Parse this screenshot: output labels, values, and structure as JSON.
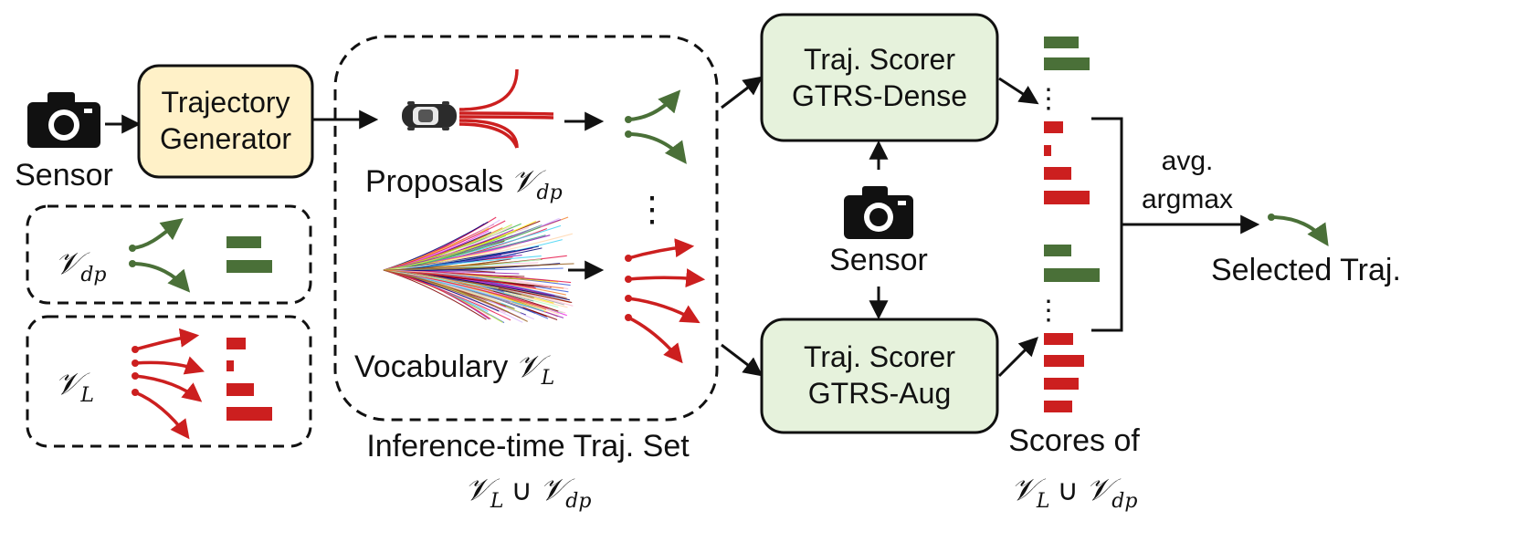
{
  "sensor_left": "Sensor",
  "generator": {
    "line1": "Trajectory",
    "line2": "Generator"
  },
  "legend": {
    "dp_symbol": "𝒱",
    "dp_sub": "dp",
    "L_symbol": "𝒱",
    "L_sub": "L"
  },
  "proposals": {
    "label": "Proposals",
    "symbol": "𝒱",
    "sub": "dp"
  },
  "vocabulary": {
    "label": "Vocabulary",
    "symbol": "𝒱",
    "sub": "L"
  },
  "ellipsis": "⋮",
  "inference_set": {
    "line1": "Inference-time Traj. Set",
    "sym1": "𝒱",
    "sub1": "L",
    "union": "∪",
    "sym2": "𝒱",
    "sub2": "dp"
  },
  "scorer_dense": {
    "line1": "Traj. Scorer",
    "line2": "GTRS-Dense"
  },
  "scorer_aug": {
    "line1": "Traj. Scorer",
    "line2": "GTRS-Aug"
  },
  "sensor_center": "Sensor",
  "aggregation": {
    "line1": "avg.",
    "line2": "argmax"
  },
  "selected": "Selected Traj.",
  "scores": {
    "line1": "Scores of",
    "sym1": "𝒱",
    "sub1": "L",
    "union": "∪",
    "sym2": "𝒱",
    "sub2": "dp"
  },
  "colors": {
    "green": "#4a7038",
    "red": "#cc1f1f",
    "generator_fill": "#fff1c8",
    "scorer_fill": "#e6f2dc"
  }
}
